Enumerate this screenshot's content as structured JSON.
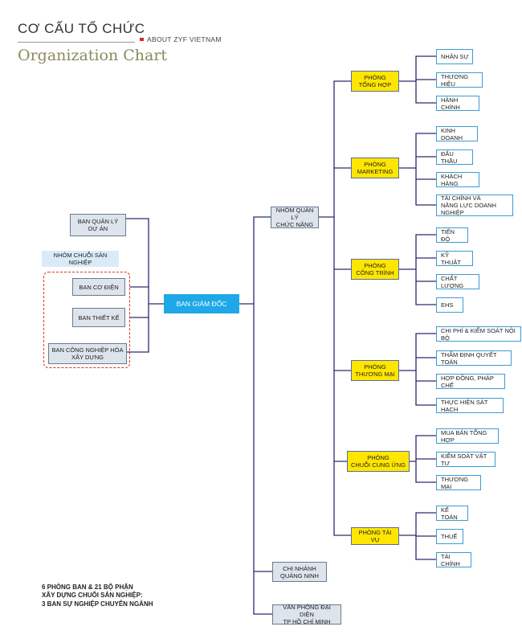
{
  "header": {
    "title_vn": "CƠ CẤU TỔ CHỨC",
    "about": "ABOUT ZYF VIETNAM",
    "title_en": "Organization Chart"
  },
  "chart": {
    "ceo": "BAN GIÁM ĐỐC",
    "left": {
      "project_board": [
        "BAN QUẢN LÝ",
        "DỰ ÁN"
      ],
      "group_label": "NHÓM CHUỖI SẢN NGHIỆP",
      "boards": [
        [
          "BAN CƠ ĐIỆN"
        ],
        [
          "BAN THIẾT KẾ"
        ],
        [
          "BAN CÔNG NGHIỆP HÓA",
          "XÂY DỰNG"
        ]
      ]
    },
    "functional_group": [
      "NHÓM QUẢN LÝ",
      "CHỨC NĂNG"
    ],
    "departments": [
      {
        "name": [
          "PHÒNG",
          "TỔNG HỢP"
        ],
        "units": [
          "NHÂN SỰ",
          "THƯƠNG HIỆU",
          "HÀNH CHÍNH"
        ]
      },
      {
        "name": [
          "PHÒNG",
          "MARKETING"
        ],
        "units": [
          "KINH DOANH",
          "ĐẤU THẦU",
          "KHÁCH HÀNG",
          "TÀI CHÍNH VÀ|NĂNG LỰC DOANH NGHIỆP"
        ]
      },
      {
        "name": [
          "PHÒNG",
          "CÔNG TRÌNH"
        ],
        "units": [
          "TIẾN ĐỘ",
          "KỸ THUẬT",
          "CHẤT LƯỢNG",
          "EHS"
        ]
      },
      {
        "name": [
          "PHÒNG",
          "THƯƠNG MẠI"
        ],
        "units": [
          "CHI PHÍ & KIỂM SOÁT NỘI BỘ",
          "THẨM ĐỊNH QUYẾT TOÁN",
          "HỢP ĐỒNG, PHÁP CHẾ",
          "THỰC HIỆN SÁT HẠCH"
        ]
      },
      {
        "name": [
          "PHÒNG",
          "CHUỖI CUNG ỨNG"
        ],
        "units": [
          "MUA BÁN TỔNG HỢP",
          "KIỂM SOÁT VẬT TƯ",
          "THƯƠNG MẠI"
        ]
      },
      {
        "name": [
          "PHÒNG TÀI VỤ"
        ],
        "units": [
          "KẾ TOÁN",
          "THUẾ",
          "TÀI CHÍNH"
        ]
      }
    ],
    "branches": [
      [
        "CHI NHÁNH",
        "QUẢNG NINH"
      ],
      [
        "VĂN PHÒNG ĐẠI DIỆN",
        "TP HỒ CHÍ MINH"
      ]
    ]
  },
  "footnote": [
    "6 PHÒNG BAN & 21 BỘ PHẬN",
    "XÂY DỰNG CHUỖI SẢN NGHIỆP:",
    "3 BAN SỰ NGHIỆP CHUYÊN NGÀNH"
  ],
  "colors": {
    "line": "#2e2a6e",
    "leaf_border": "#3d9bd1",
    "dept_fill": "#ffe600",
    "ceo_fill": "#1ea8e8",
    "dashed": "#e0301e"
  }
}
